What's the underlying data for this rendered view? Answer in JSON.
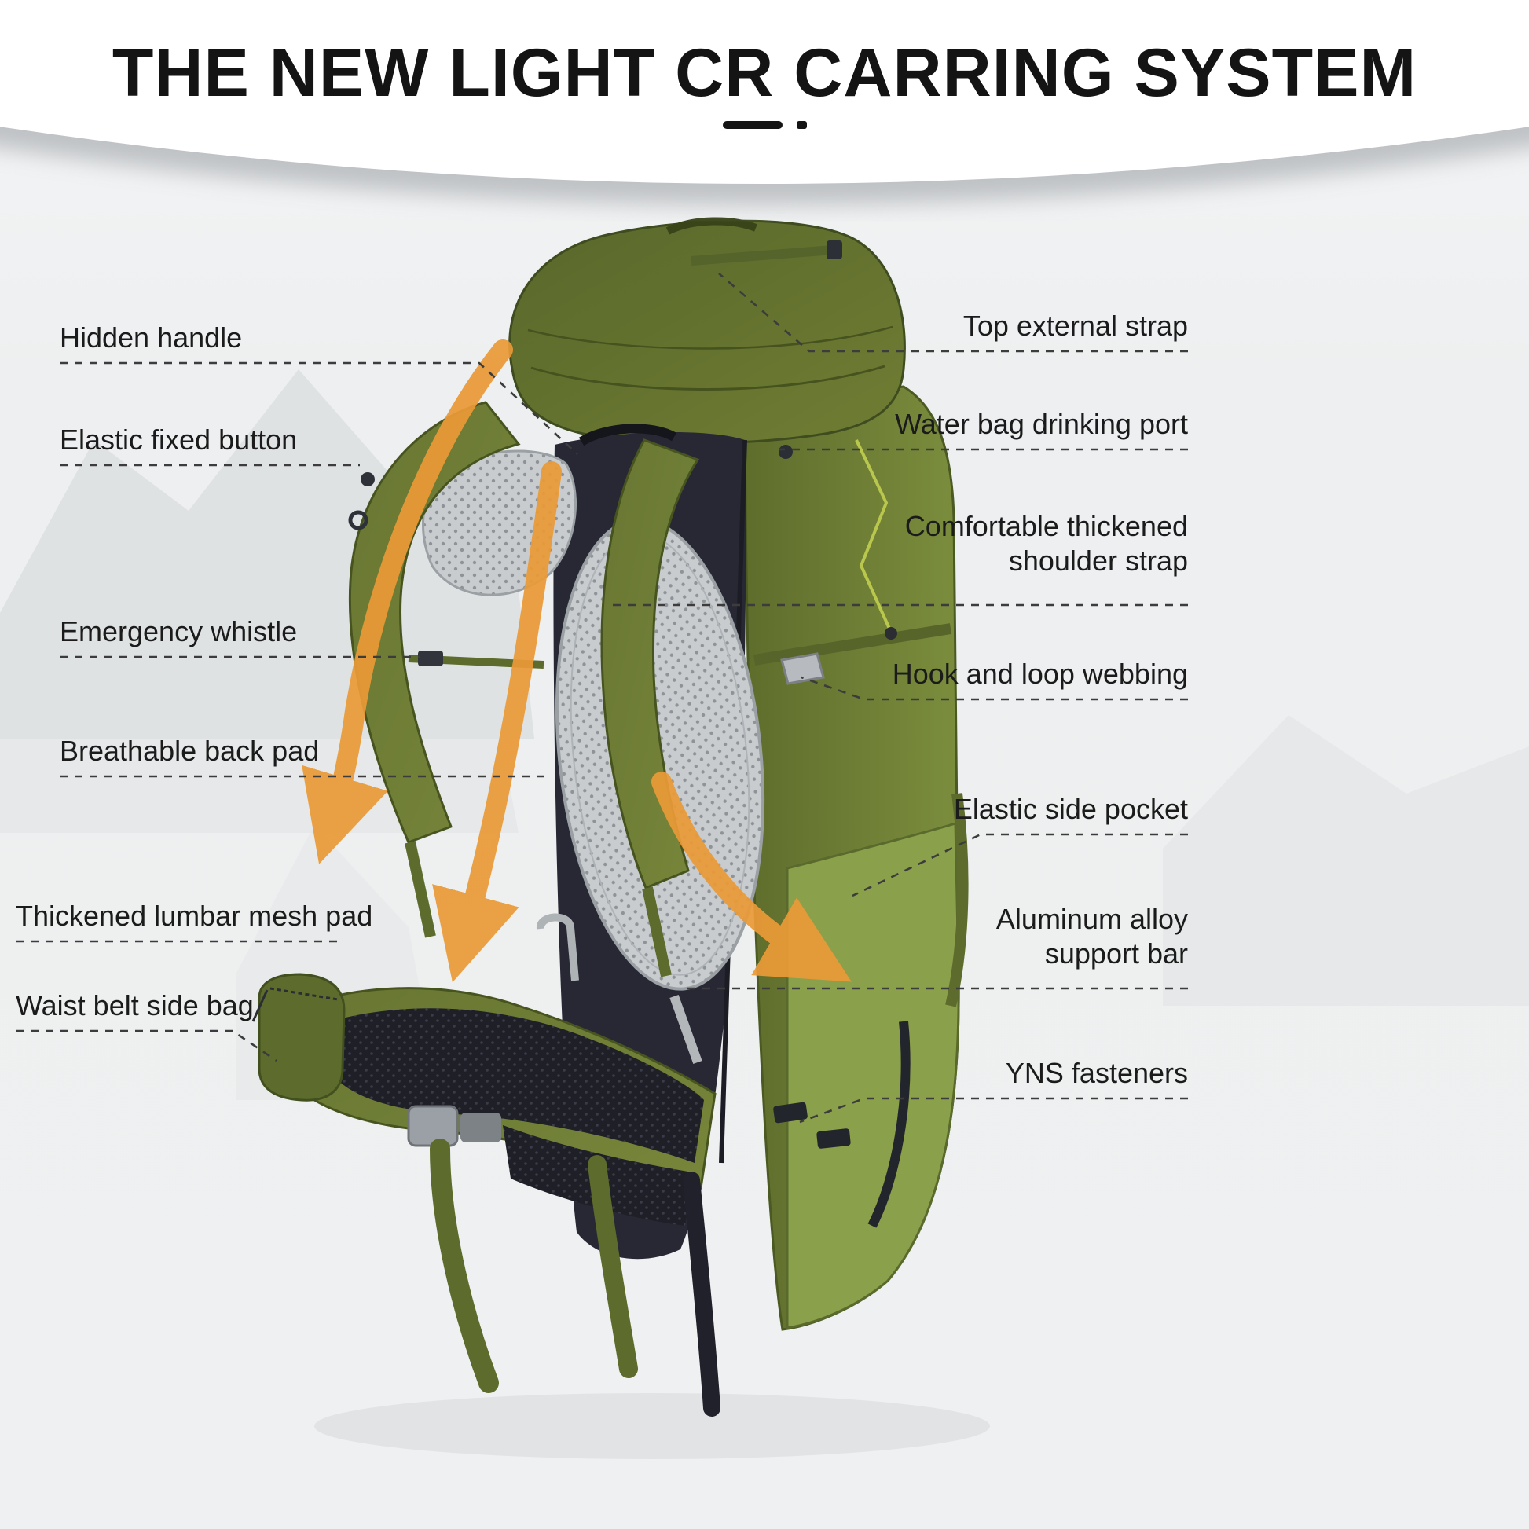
{
  "header": {
    "title": "THE NEW LIGHT CR CARRING SYSTEM"
  },
  "labels": {
    "left": [
      {
        "text": "Hidden handle"
      },
      {
        "text": "Elastic fixed button"
      },
      {
        "text": "Emergency whistle"
      },
      {
        "text": "Breathable back pad"
      },
      {
        "text": "Thickened lumbar mesh pad"
      },
      {
        "text": "Waist belt side bag"
      }
    ],
    "right": [
      {
        "text": "Top external strap"
      },
      {
        "text": "Water bag drinking port"
      },
      {
        "text": "Comfortable thickened shoulder strap"
      },
      {
        "text": "Hook and loop webbing"
      },
      {
        "text": "Elastic side pocket"
      },
      {
        "text": "Aluminum alloy support bar"
      },
      {
        "text": "YNS fasteners"
      }
    ]
  },
  "colors": {
    "backpack_olive": "#66742f",
    "backpack_light_green": "#8ba04b",
    "arrow_orange": "#ea9a37",
    "mesh_gray": "#c9ccce",
    "back_panel_dark": "#272834",
    "title_black": "#141414"
  }
}
